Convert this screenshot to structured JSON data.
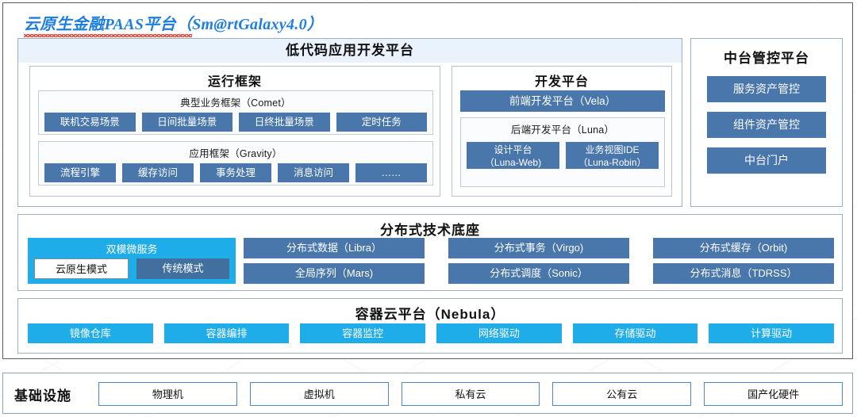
{
  "title": "云原生金融PAAS平台（Sm@rtGalaxy4.0）",
  "colors": {
    "title_blue": "#1f7fe0",
    "chip_dark_blue": "#4a77ab",
    "chip_cyan": "#1fade9",
    "header_band": "#eaf3fb",
    "infra_border": "#4f86c6",
    "spellcheck_red": "#e03b2f"
  },
  "lowcode": {
    "header": "低代码应用开发平台",
    "runtime": {
      "title": "运行框架",
      "comet": {
        "caption": "典型业务框架（Comet）",
        "chips": [
          "联机交易场景",
          "日间批量场景",
          "日终批量场景",
          "定时任务"
        ]
      },
      "gravity": {
        "caption": "应用框架（Gravity）",
        "chips": [
          "流程引擎",
          "缓存访问",
          "事务处理",
          "消息访问",
          "……"
        ]
      }
    },
    "devplatform": {
      "title": "开发平台",
      "frontend": "前端开发平台（Vela）",
      "backend": {
        "caption": "后端开发平台（Luna）",
        "chips": [
          {
            "line1": "设计平台",
            "line2": "（Luna-Web)"
          },
          {
            "line1": "业务视图IDE",
            "line2": "（Luna-Robin）"
          }
        ]
      }
    }
  },
  "midoffice": {
    "title": "中台管控平台",
    "chips": [
      "服务资产管控",
      "组件资产管控",
      "中台门户"
    ]
  },
  "disttech": {
    "header": "分布式技术底座",
    "dualmode": {
      "title": "双模微服务",
      "modes": [
        "云原生模式",
        "传统模式"
      ]
    },
    "chips": [
      "分布式数据（Libra）",
      "分布式事务（Virgo)",
      "分布式缓存（Orbit)",
      "全局序列（Mars)",
      "分布式调度（Sonic）",
      "分布式消息（TDRSS）"
    ]
  },
  "container": {
    "header": "容器云平台（Nebula）",
    "chips": [
      "镜像仓库",
      "容器编排",
      "容器监控",
      "网络驱动",
      "存储驱动",
      "计算驱动"
    ]
  },
  "infra": {
    "label": "基础设施",
    "chips": [
      "物理机",
      "虚拟机",
      "私有云",
      "公有云",
      "国产化硬件"
    ]
  }
}
